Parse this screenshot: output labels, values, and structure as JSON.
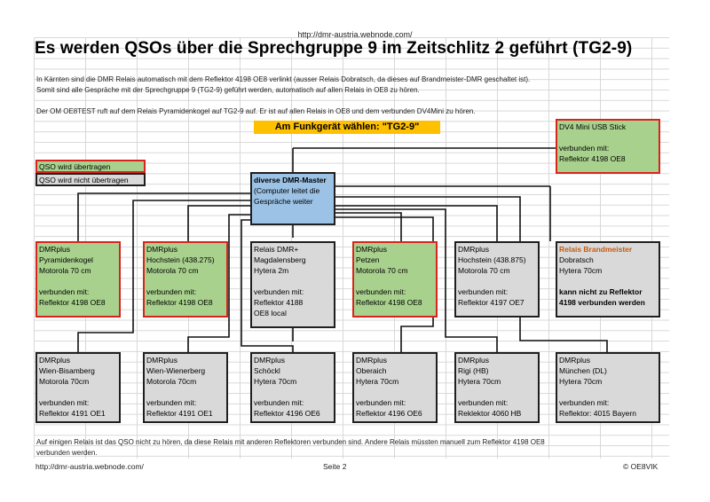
{
  "header_url": "http://dmr-austria.webnode.com/",
  "title": "Es werden QSOs über die Sprechgruppe 9 im Zeitschlitz 2 geführt (TG2-9)",
  "intro": [
    "In Kärnten sind die DMR Relais automatisch mit dem Reflektor 4198 OE8 verlinkt (ausser Relais Dobratsch, da dieses auf Brandmeister-DMR geschaltet ist).",
    "Somit sind alle Gespräche mit der Sprechgruppe 9 (TG2-9) geführt werden, automatisch auf allen Relais in OE8 zu hören.",
    "Der OM OE8TEST ruft auf dem Relais Pyramidenkogel auf TG2-9 auf. Er ist auf allen Relais in OE8 und dem verbunden DV4Mini zu hören."
  ],
  "callout": "Am Funkgerät wählen: \"TG2-9\"",
  "legend": {
    "transmitted": "QSO wird übertragen",
    "not_transmitted": "QSO wird nicht übertragen"
  },
  "dv4mini": [
    "DV4 Mini USB Stick",
    "",
    "verbunden mit:",
    "Reflektor 4198 OE8"
  ],
  "master": {
    "title": "diverse DMR-Master",
    "lines": [
      "(Computer leitet die",
      "Gespräche weiter"
    ]
  },
  "row1": [
    {
      "lines": [
        "DMRplus",
        "Pyramidenkogel",
        "Motorola 70 cm",
        "",
        "verbunden mit:",
        "Reflektor 4198 OE8"
      ]
    },
    {
      "lines": [
        "DMRplus",
        "Hochstein (438.275)",
        "Motorola 70 cm",
        "",
        "verbunden mit:",
        "Reflektor 4198 OE8"
      ]
    },
    {
      "lines": [
        "Relais DMR+",
        "Magdalensberg",
        "Hytera 2m",
        "",
        "verbunden mit:",
        "Reflektor 4188",
        "OE8 local"
      ]
    },
    {
      "lines": [
        "DMRplus",
        "Petzen",
        "Motorola 70 cm",
        "",
        "verbunden mit:",
        "Reflektor 4198 OE8"
      ]
    },
    {
      "lines": [
        "DMRplus",
        "Hochstein (438.875)",
        "Motorola 70 cm",
        "",
        "verbunden mit:",
        "Reflektor 4197 OE7"
      ]
    },
    {
      "lines": [
        "Relais Brandmeister",
        "Dobratsch",
        "Hytera 70cm",
        "",
        "kann nicht zu Reflektor",
        "4198 verbunden werden"
      ]
    }
  ],
  "row2": [
    {
      "lines": [
        "DMRplus",
        "Wien-Bisamberg",
        "Motorola 70cm",
        "",
        "verbunden mit:",
        "Reflektor 4191 OE1"
      ]
    },
    {
      "lines": [
        "DMRplus",
        "Wien-Wienerberg",
        "Motorola 70cm",
        "",
        "verbunden mit:",
        "Reflektor 4191 OE1"
      ]
    },
    {
      "lines": [
        "DMRplus",
        "Schöckl",
        "Hytera 70cm",
        "",
        "verbunden mit:",
        "Reflektor 4196 OE6"
      ]
    },
    {
      "lines": [
        "DMRplus",
        "Oberaich",
        "Hytera 70cm",
        "",
        "verbunden mit:",
        "Reflektor 4196 OE6"
      ]
    },
    {
      "lines": [
        "DMRplus",
        "Rigi (HB)",
        "Hytera 70cm",
        "",
        "verbunden mit:",
        "Reklektor 4060 HB"
      ]
    },
    {
      "lines": [
        "DMRplus",
        "München (DL)",
        "Hytera 70cm",
        "",
        "verbunden mit:",
        "Reflektor: 4015 Bayern"
      ]
    }
  ],
  "bottom_note": [
    "Auf einigen Relais ist das QSO nicht zu hören, da diese Relais mit anderen Reflektoren verbunden sind. Andere Relais müssten manuell zum Reflektor 4198 OE8",
    "verbunden werden."
  ],
  "footer": {
    "url": "http://dmr-austria.webnode.com/",
    "page": "Seite 2",
    "copyright": "© OE8VIK"
  },
  "colors": {
    "transmitted": "#a9d18e",
    "not_transmitted": "#d9d9d9",
    "master": "#9cc2e5",
    "callout": "#ffc000",
    "red_border": "#d9241c",
    "brandmeister_text": "#c55a11"
  }
}
